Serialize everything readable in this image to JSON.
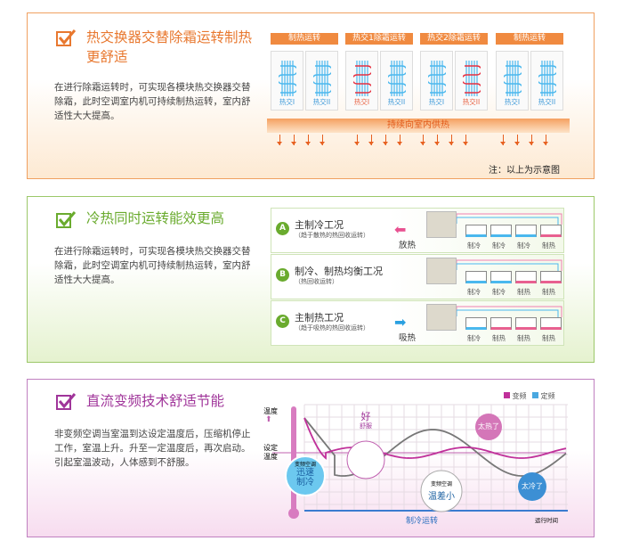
{
  "sections": [
    {
      "title": "热交换器交替除霜运转制热更舒适",
      "desc": "在进行除霜运转时，可实现各模块热交换器交替除霜，此时空调室内机可持续制热运转，室内舒适性大大提高。",
      "stages": [
        "制热运转",
        "热交1除霜运转",
        "热交2除霜运转",
        "制热运转"
      ],
      "units": [
        "热交I",
        "热交II"
      ],
      "heat_label": "持续向室内供热",
      "note": "注：以上为示意图",
      "color": "#e8782f"
    },
    {
      "title": "冷热同时运转能效更高",
      "desc": "在进行除霜运转时，可实现各模块热交换器交替除霜，此时空调室内机可持续制热运转，室内舒适性大大提高。",
      "rows": [
        {
          "badge": "A",
          "title": "主制冷工况",
          "sub": "（趋于散热的热回收运转）",
          "exchange": "放热",
          "modes": [
            "制冷",
            "制冷",
            "制冷",
            "制热"
          ]
        },
        {
          "badge": "B",
          "title": "制冷、制热均衡工况",
          "sub": "（热回收运转）",
          "exchange": "",
          "modes": [
            "制冷",
            "制冷",
            "制热",
            "制热"
          ]
        },
        {
          "badge": "C",
          "title": "主制热工况",
          "sub": "（趋于吸热的热回收运转）",
          "exchange": "吸热",
          "modes": [
            "制冷",
            "制热",
            "制热",
            "制热"
          ]
        }
      ],
      "color": "#6aab2e"
    },
    {
      "title": "直流变频技术舒适节能",
      "desc": "非变频空调当室温到达设定温度后，压缩机停止工作，室温上升。升至一定温度后，再次启动。引起室温波动，人体感到不舒服。",
      "color": "#a0359a",
      "chart": {
        "legend": [
          "变频",
          "定频"
        ],
        "ylabel": "温度",
        "setpoint": "设定温度",
        "xlabel": "制冷运转",
        "xend": "运行时间",
        "bubbles": {
          "good": "好",
          "good_sub": "舒服",
          "hot": "太热了",
          "cold": "太冷了",
          "fast_sub": "变频空调",
          "fast": "迅速制冷",
          "small_sub": "变频空调",
          "small": "温差小"
        }
      }
    }
  ]
}
